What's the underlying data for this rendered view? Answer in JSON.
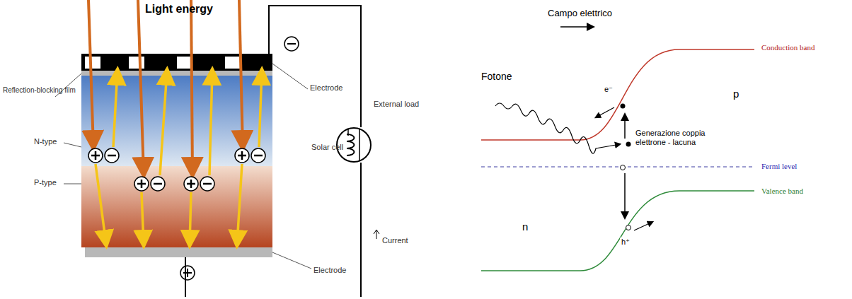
{
  "diagram": {
    "labels": [
      "Light energy",
      "Reflection-blocking film",
      "Electrode",
      "N-type",
      "P-type",
      "Solar cell",
      "External load",
      "Current",
      "Electrode",
      "Campo elettrico",
      "Fotone",
      "e⁻",
      "p",
      "Conduction band",
      "Generazione coppia elettrone - lacuna",
      "Fermi level",
      "n",
      "Valence band",
      "h⁺"
    ]
  }
}
